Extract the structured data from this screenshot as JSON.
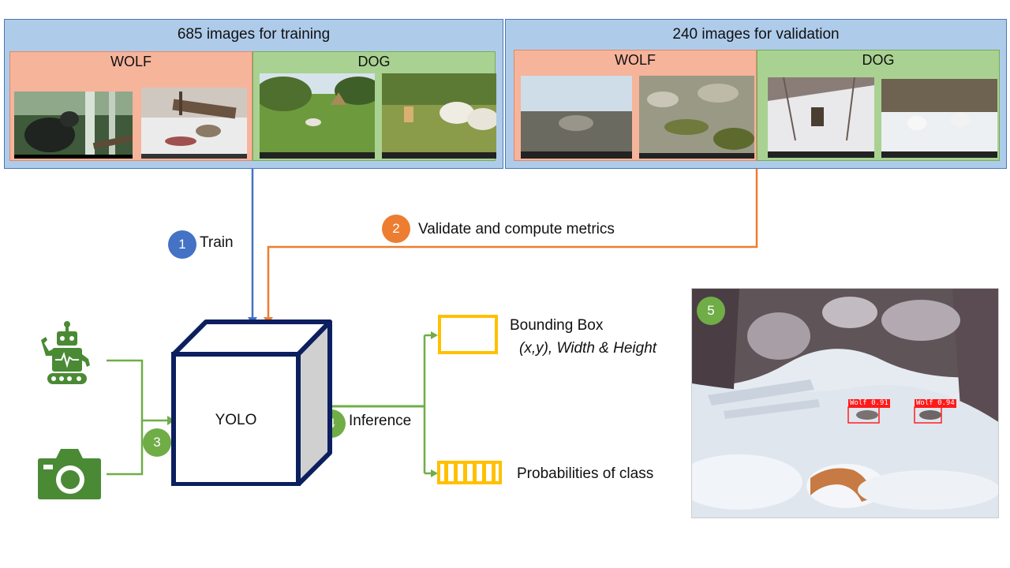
{
  "training": {
    "title": "685 images for training",
    "wolf_label": "WOLF",
    "dog_label": "DOG"
  },
  "validation": {
    "title": "240 images for validation",
    "wolf_label": "WOLF",
    "dog_label": "DOG"
  },
  "steps": {
    "train": {
      "num": "1",
      "label": "Train"
    },
    "validate": {
      "num": "2",
      "label": "Validate and compute metrics"
    },
    "input": {
      "num": "3"
    },
    "inference": {
      "num": "4",
      "label": "Inference"
    },
    "result": {
      "num": "5"
    }
  },
  "model": {
    "label": "YOLO"
  },
  "outputs": {
    "bbox_title": "Bounding Box",
    "bbox_detail": "(x,y), Width & Height",
    "probs": "Probabilities of class"
  },
  "detections": [
    {
      "label": "Wolf 0.91"
    },
    {
      "label": "Wolf 0.94"
    }
  ],
  "colors": {
    "blue": "#4472c4",
    "orange": "#ed7d31",
    "green": "#70ad47",
    "navy": "#0c1f5e",
    "yellow": "#ffc000",
    "icon_green": "#4a8a35"
  },
  "icons": [
    "robot-icon",
    "camera-icon"
  ]
}
